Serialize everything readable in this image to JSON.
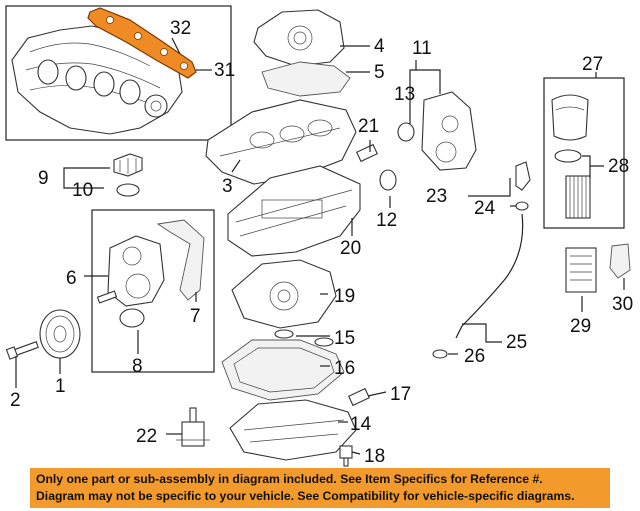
{
  "callouts": [
    "1",
    "2",
    "3",
    "4",
    "5",
    "6",
    "7",
    "8",
    "9",
    "10",
    "11",
    "12",
    "13",
    "14",
    "15",
    "16",
    "17",
    "18",
    "19",
    "20",
    "21",
    "22",
    "23",
    "24",
    "25",
    "26",
    "27",
    "28",
    "29",
    "30",
    "31",
    "32"
  ],
  "disclaimer": {
    "line1": "Only one part or sub-assembly in diagram included. See Item Specifics for Reference #.",
    "line2": "Diagram may not be specific to your vehicle. See Compatibility for vehicle-specific diagrams."
  },
  "colors": {
    "highlight": "#f08a24",
    "banner": "#f39a2c"
  }
}
